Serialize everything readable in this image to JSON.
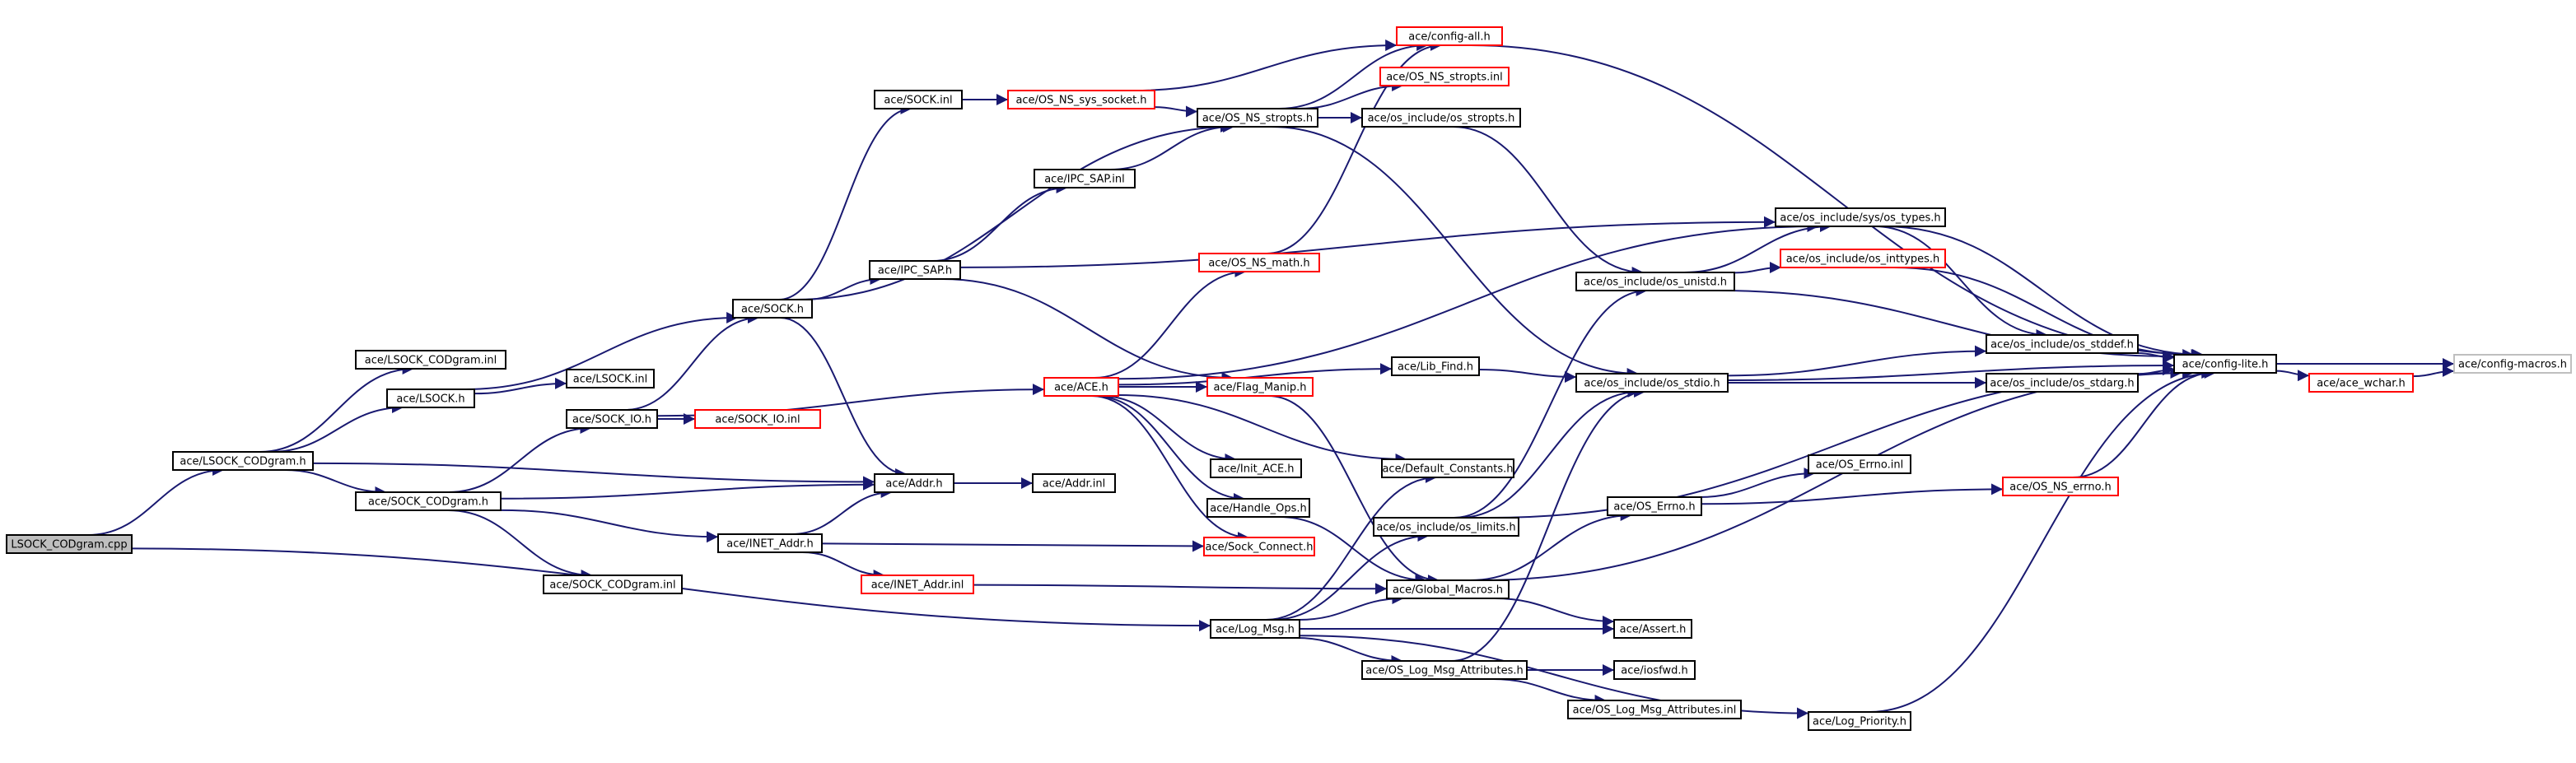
{
  "colors": {
    "edge": "#191970",
    "normal_border": "#000000",
    "missing_border": "#ff0000",
    "external_border": "#bfbfbf",
    "root_fill": "#bfbfbf",
    "fill": "#ffffff"
  },
  "nodes": [
    {
      "id": "n_root",
      "label": "LSOCK_CODgram.cpp",
      "kind": "root"
    },
    {
      "id": "n_lsock_codgram_h",
      "label": "ace/LSOCK_CODgram.h",
      "kind": "normal"
    },
    {
      "id": "n_lsock_codgram_inl",
      "label": "ace/LSOCK_CODgram.inl",
      "kind": "normal"
    },
    {
      "id": "n_lsock_h",
      "label": "ace/LSOCK.h",
      "kind": "normal"
    },
    {
      "id": "n_lsock_inl",
      "label": "ace/LSOCK.inl",
      "kind": "normal"
    },
    {
      "id": "n_sock_codgram_h",
      "label": "ace/SOCK_CODgram.h",
      "kind": "normal"
    },
    {
      "id": "n_sock_codgram_inl",
      "label": "ace/SOCK_CODgram.inl",
      "kind": "normal"
    },
    {
      "id": "n_sock_io_h",
      "label": "ace/SOCK_IO.h",
      "kind": "normal"
    },
    {
      "id": "n_sock_io_inl",
      "label": "ace/SOCK_IO.inl",
      "kind": "missing"
    },
    {
      "id": "n_sock_h",
      "label": "ace/SOCK.h",
      "kind": "normal"
    },
    {
      "id": "n_sock_inl",
      "label": "ace/SOCK.inl",
      "kind": "normal"
    },
    {
      "id": "n_ipc_sap_h",
      "label": "ace/IPC_SAP.h",
      "kind": "normal"
    },
    {
      "id": "n_ipc_sap_inl",
      "label": "ace/IPC_SAP.inl",
      "kind": "normal"
    },
    {
      "id": "n_inet_addr_h",
      "label": "ace/INET_Addr.h",
      "kind": "normal"
    },
    {
      "id": "n_inet_addr_inl",
      "label": "ace/INET_Addr.inl",
      "kind": "missing"
    },
    {
      "id": "n_addr_h",
      "label": "ace/Addr.h",
      "kind": "normal"
    },
    {
      "id": "n_addr_inl",
      "label": "ace/Addr.inl",
      "kind": "normal"
    },
    {
      "id": "n_os_ns_sys_socket_h",
      "label": "ace/OS_NS_sys_socket.h",
      "kind": "missing"
    },
    {
      "id": "n_config_all_h",
      "label": "ace/config-all.h",
      "kind": "missing"
    },
    {
      "id": "n_os_ns_stropts_inl",
      "label": "ace/OS_NS_stropts.inl",
      "kind": "missing"
    },
    {
      "id": "n_os_ns_stropts_h",
      "label": "ace/OS_NS_stropts.h",
      "kind": "normal"
    },
    {
      "id": "n_os_include_os_stropts_h",
      "label": "ace/os_include/os_stropts.h",
      "kind": "normal"
    },
    {
      "id": "n_os_ns_math_h",
      "label": "ace/OS_NS_math.h",
      "kind": "missing"
    },
    {
      "id": "n_ace_h",
      "label": "ace/ACE.h",
      "kind": "missing"
    },
    {
      "id": "n_flag_manip_h",
      "label": "ace/Flag_Manip.h",
      "kind": "missing"
    },
    {
      "id": "n_lib_find_h",
      "label": "ace/Lib_Find.h",
      "kind": "normal"
    },
    {
      "id": "n_init_ace_h",
      "label": "ace/Init_ACE.h",
      "kind": "normal"
    },
    {
      "id": "n_default_constants_h",
      "label": "ace/Default_Constants.h",
      "kind": "normal"
    },
    {
      "id": "n_handle_ops_h",
      "label": "ace/Handle_Ops.h",
      "kind": "normal"
    },
    {
      "id": "n_sock_connect_h",
      "label": "ace/Sock_Connect.h",
      "kind": "missing"
    },
    {
      "id": "n_global_macros_h",
      "label": "ace/Global_Macros.h",
      "kind": "normal"
    },
    {
      "id": "n_os_include_os_limits_h",
      "label": "ace/os_include/os_limits.h",
      "kind": "normal"
    },
    {
      "id": "n_log_msg_h",
      "label": "ace/Log_Msg.h",
      "kind": "normal"
    },
    {
      "id": "n_os_log_msg_attributes_h",
      "label": "ace/OS_Log_Msg_Attributes.h",
      "kind": "normal"
    },
    {
      "id": "n_os_log_msg_attributes_inl",
      "label": "ace/OS_Log_Msg_Attributes.inl",
      "kind": "normal"
    },
    {
      "id": "n_iosfwd_h",
      "label": "ace/iosfwd.h",
      "kind": "normal"
    },
    {
      "id": "n_assert_h",
      "label": "ace/Assert.h",
      "kind": "normal"
    },
    {
      "id": "n_log_priority_h",
      "label": "ace/Log_Priority.h",
      "kind": "normal"
    },
    {
      "id": "n_os_errno_h",
      "label": "ace/OS_Errno.h",
      "kind": "normal"
    },
    {
      "id": "n_os_errno_inl",
      "label": "ace/OS_Errno.inl",
      "kind": "normal"
    },
    {
      "id": "n_os_ns_errno_h",
      "label": "ace/OS_NS_errno.h",
      "kind": "missing"
    },
    {
      "id": "n_os_include_os_unistd_h",
      "label": "ace/os_include/os_unistd.h",
      "kind": "normal"
    },
    {
      "id": "n_os_include_sys_os_types_h",
      "label": "ace/os_include/sys/os_types.h",
      "kind": "normal"
    },
    {
      "id": "n_os_include_os_inttypes_h",
      "label": "ace/os_include/os_inttypes.h",
      "kind": "missing"
    },
    {
      "id": "n_os_include_os_stdio_h",
      "label": "ace/os_include/os_stdio.h",
      "kind": "normal"
    },
    {
      "id": "n_os_include_os_stddef_h",
      "label": "ace/os_include/os_stddef.h",
      "kind": "normal"
    },
    {
      "id": "n_os_include_os_stdarg_h",
      "label": "ace/os_include/os_stdarg.h",
      "kind": "normal"
    },
    {
      "id": "n_config_lite_h",
      "label": "ace/config-lite.h",
      "kind": "normal"
    },
    {
      "id": "n_ace_wchar_h",
      "label": "ace/ace_wchar.h",
      "kind": "missing"
    },
    {
      "id": "n_config_macros_h",
      "label": "ace/config-macros.h",
      "kind": "external"
    }
  ],
  "edges": [
    [
      "n_root",
      "n_lsock_codgram_h"
    ],
    [
      "n_root",
      "n_log_msg_h"
    ],
    [
      "n_lsock_codgram_h",
      "n_lsock_codgram_inl"
    ],
    [
      "n_lsock_codgram_h",
      "n_lsock_h"
    ],
    [
      "n_lsock_codgram_h",
      "n_sock_codgram_h"
    ],
    [
      "n_lsock_codgram_h",
      "n_addr_h"
    ],
    [
      "n_lsock_h",
      "n_lsock_inl"
    ],
    [
      "n_lsock_h",
      "n_sock_h"
    ],
    [
      "n_sock_codgram_h",
      "n_sock_io_h"
    ],
    [
      "n_sock_codgram_h",
      "n_addr_h"
    ],
    [
      "n_sock_codgram_h",
      "n_inet_addr_h"
    ],
    [
      "n_sock_codgram_h",
      "n_sock_codgram_inl"
    ],
    [
      "n_sock_io_h",
      "n_sock_h"
    ],
    [
      "n_sock_io_h",
      "n_sock_io_inl"
    ],
    [
      "n_sock_io_h",
      "n_ace_h"
    ],
    [
      "n_sock_h",
      "n_sock_inl"
    ],
    [
      "n_sock_h",
      "n_ipc_sap_h"
    ],
    [
      "n_sock_h",
      "n_os_ns_stropts_h"
    ],
    [
      "n_sock_h",
      "n_addr_h"
    ],
    [
      "n_sock_inl",
      "n_os_ns_sys_socket_h"
    ],
    [
      "n_os_ns_sys_socket_h",
      "n_config_all_h"
    ],
    [
      "n_os_ns_sys_socket_h",
      "n_os_ns_stropts_h"
    ],
    [
      "n_ipc_sap_h",
      "n_ipc_sap_inl"
    ],
    [
      "n_ipc_sap_h",
      "n_flag_manip_h"
    ],
    [
      "n_ipc_sap_h",
      "n_os_include_sys_os_types_h"
    ],
    [
      "n_ipc_sap_inl",
      "n_os_ns_stropts_h"
    ],
    [
      "n_os_ns_stropts_h",
      "n_config_all_h"
    ],
    [
      "n_os_ns_stropts_h",
      "n_os_ns_stropts_inl"
    ],
    [
      "n_os_ns_stropts_h",
      "n_os_include_os_stropts_h"
    ],
    [
      "n_os_ns_stropts_h",
      "n_os_include_os_stdio_h"
    ],
    [
      "n_os_include_os_stropts_h",
      "n_os_include_os_unistd_h"
    ],
    [
      "n_config_all_h",
      "n_config_lite_h"
    ],
    [
      "n_addr_h",
      "n_addr_inl"
    ],
    [
      "n_inet_addr_h",
      "n_addr_h"
    ],
    [
      "n_inet_addr_h",
      "n_sock_connect_h"
    ],
    [
      "n_inet_addr_h",
      "n_inet_addr_inl"
    ],
    [
      "n_inet_addr_inl",
      "n_global_macros_h"
    ],
    [
      "n_ace_h",
      "n_os_ns_math_h"
    ],
    [
      "n_ace_h",
      "n_flag_manip_h"
    ],
    [
      "n_ace_h",
      "n_lib_find_h"
    ],
    [
      "n_ace_h",
      "n_init_ace_h"
    ],
    [
      "n_ace_h",
      "n_default_constants_h"
    ],
    [
      "n_ace_h",
      "n_handle_ops_h"
    ],
    [
      "n_ace_h",
      "n_sock_connect_h"
    ],
    [
      "n_ace_h",
      "n_os_include_sys_os_types_h"
    ],
    [
      "n_os_ns_math_h",
      "n_config_all_h"
    ],
    [
      "n_lib_find_h",
      "n_os_include_os_stdio_h"
    ],
    [
      "n_flag_manip_h",
      "n_global_macros_h"
    ],
    [
      "n_handle_ops_h",
      "n_global_macros_h"
    ],
    [
      "n_log_msg_h",
      "n_global_macros_h"
    ],
    [
      "n_log_msg_h",
      "n_assert_h"
    ],
    [
      "n_log_msg_h",
      "n_os_log_msg_attributes_h"
    ],
    [
      "n_log_msg_h",
      "n_log_priority_h"
    ],
    [
      "n_log_msg_h",
      "n_default_constants_h"
    ],
    [
      "n_log_msg_h",
      "n_os_include_os_limits_h"
    ],
    [
      "n_os_log_msg_attributes_h",
      "n_iosfwd_h"
    ],
    [
      "n_os_log_msg_attributes_h",
      "n_os_log_msg_attributes_inl"
    ],
    [
      "n_os_log_msg_attributes_h",
      "n_os_include_os_stdio_h"
    ],
    [
      "n_os_include_os_limits_h",
      "n_os_include_os_unistd_h"
    ],
    [
      "n_os_include_os_limits_h",
      "n_os_include_os_stdio_h"
    ],
    [
      "n_os_include_os_limits_h",
      "n_config_lite_h"
    ],
    [
      "n_global_macros_h",
      "n_assert_h"
    ],
    [
      "n_global_macros_h",
      "n_os_errno_h"
    ],
    [
      "n_global_macros_h",
      "n_config_lite_h"
    ],
    [
      "n_os_errno_h",
      "n_os_errno_inl"
    ],
    [
      "n_os_errno_h",
      "n_os_ns_errno_h"
    ],
    [
      "n_os_ns_errno_h",
      "n_config_lite_h"
    ],
    [
      "n_log_priority_h",
      "n_config_lite_h"
    ],
    [
      "n_os_include_os_unistd_h",
      "n_os_include_sys_os_types_h"
    ],
    [
      "n_os_include_os_unistd_h",
      "n_os_include_os_inttypes_h"
    ],
    [
      "n_os_include_os_unistd_h",
      "n_config_lite_h"
    ],
    [
      "n_os_include_sys_os_types_h",
      "n_os_include_os_stddef_h"
    ],
    [
      "n_os_include_sys_os_types_h",
      "n_config_lite_h"
    ],
    [
      "n_os_include_os_inttypes_h",
      "n_config_lite_h"
    ],
    [
      "n_os_include_os_stdio_h",
      "n_os_include_os_stddef_h"
    ],
    [
      "n_os_include_os_stdio_h",
      "n_os_include_os_stdarg_h"
    ],
    [
      "n_os_include_os_stdio_h",
      "n_config_lite_h"
    ],
    [
      "n_os_include_os_stddef_h",
      "n_config_lite_h"
    ],
    [
      "n_os_include_os_stdarg_h",
      "n_config_lite_h"
    ],
    [
      "n_config_lite_h",
      "n_ace_wchar_h"
    ],
    [
      "n_config_lite_h",
      "n_config_macros_h"
    ],
    [
      "n_ace_wchar_h",
      "n_config_macros_h"
    ]
  ]
}
